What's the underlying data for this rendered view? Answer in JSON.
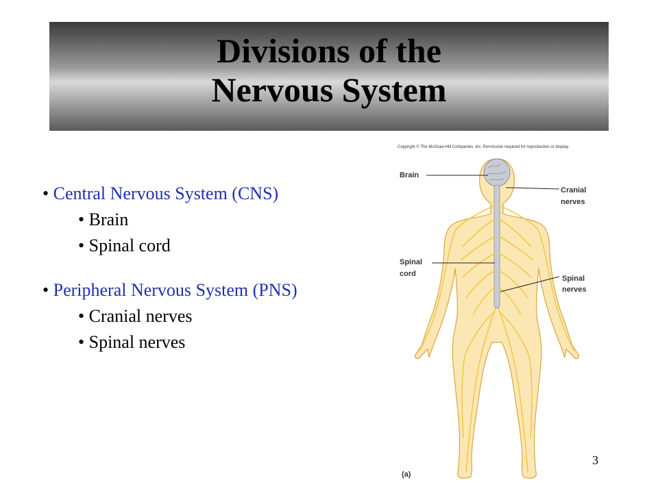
{
  "title": {
    "line1": "Divisions of the",
    "line2": "Nervous System"
  },
  "bullets": {
    "cns": {
      "label": "Central Nervous System (CNS)",
      "items": [
        "Brain",
        "Spinal cord"
      ]
    },
    "pns": {
      "label": "Peripheral Nervous System (PNS)",
      "items": [
        "Cranial nerves",
        "Spinal nerves"
      ]
    }
  },
  "figure": {
    "copyright": "Copyright © The McGraw-Hill Companies, Inc. Permission required for reproduction or display.",
    "labels": {
      "brain": "Brain",
      "cranial_1": "Cranial",
      "cranial_2": "nerves",
      "spinal_cord_1": "Spinal",
      "spinal_cord_2": "cord",
      "spinal_nerves_1": "Spinal",
      "spinal_nerves_2": "nerves"
    },
    "panel": "(a)"
  },
  "slide_number": "3",
  "colors": {
    "heading_blue": "#1f2fb0",
    "nerve_yellow": "#f2c94c",
    "skin": "#fbe7b3"
  }
}
